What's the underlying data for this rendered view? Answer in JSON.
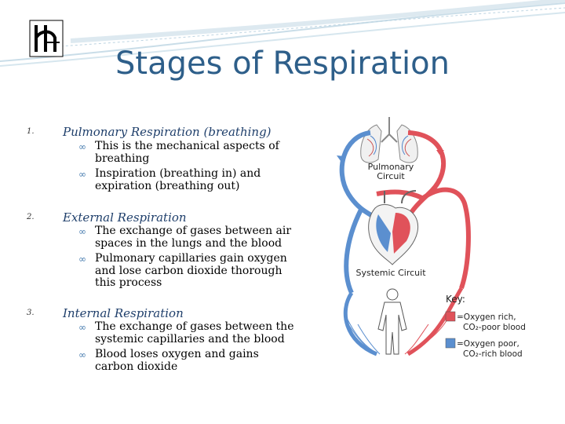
{
  "title": "Stages of Respiration",
  "stages": [
    {
      "number": "1.",
      "heading": "Pulmonary Respiration (breathing)",
      "bullets": [
        "This is the mechanical aspects of breathing",
        "Inspiration (breathing in) and expiration (breathing out)"
      ]
    },
    {
      "number": "2.",
      "heading": "External Respiration",
      "bullets": [
        "The exchange of gases between air spaces in the lungs and the blood",
        "Pulmonary capillaries gain oxygen and lose carbon dioxide thorough this process"
      ]
    },
    {
      "number": "3.",
      "heading": "Internal Respiration",
      "bullets": [
        "The exchange of gases between the systemic capillaries and the blood",
        "Blood loses oxygen and gains carbon dioxide"
      ]
    }
  ],
  "diagram": {
    "pulmonary_label_1": "Pulmonary",
    "pulmonary_label_2": "Circuit",
    "systemic_label": "Systemic Circuit",
    "key_label": "Key:",
    "key_red_1": "=Oxygen rich,",
    "key_red_2": "CO₂-poor blood",
    "key_blue_1": "=Oxygen poor,",
    "key_blue_2": "CO₂-rich blood",
    "colors": {
      "oxygen_rich": "#e0525a",
      "oxygen_poor": "#5b8fcf"
    }
  },
  "colors": {
    "title": "#2e5f8a",
    "heading": "#1f3f6b",
    "bullet_symbol": "#4a7eb0"
  }
}
